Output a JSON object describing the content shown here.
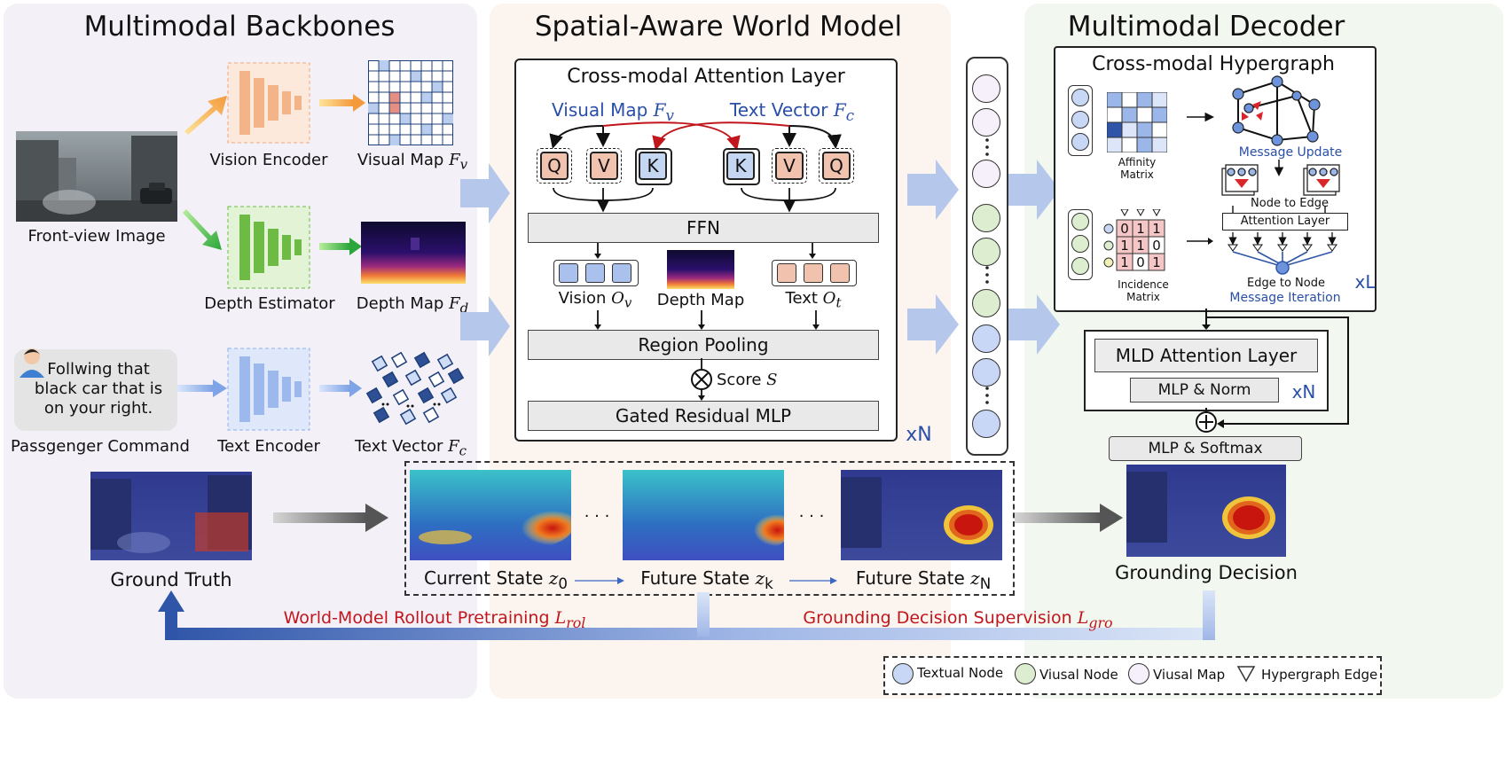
{
  "panels": {
    "backbones": "Multimodal Backbones",
    "world_model": "Spatial-Aware World Model",
    "decoder": "Multimodal Decoder"
  },
  "backbones": {
    "front_view": "Front-view Image",
    "vision_encoder": "Vision Encoder",
    "visual_map": "Visual Map",
    "depth_estimator": "Depth Estimator",
    "depth_map": "Depth Map",
    "command_text": "Follwing that black car that is on your right.",
    "passenger_command": "Passgenger Command",
    "text_encoder": "Text Encoder",
    "text_vector": "Text Vector",
    "sym_fv": "F",
    "sub_v": "v",
    "sym_fd": "F",
    "sub_d": "d",
    "sym_fc": "F",
    "sub_c": "c"
  },
  "world_model": {
    "attn_title": "Cross-modal Attention Layer",
    "visual_map_label": "Visual Map",
    "text_vector_label": "Text Vector",
    "tok_q": "Q",
    "tok_v": "V",
    "tok_k": "K",
    "ffn": "FFN",
    "vision_out": "Vision",
    "vision_sym": "O",
    "vision_sub": "v",
    "depth_map": "Depth Map",
    "text_out": "Text",
    "text_sym": "O",
    "text_sub": "t",
    "region_pooling": "Region Pooling",
    "score": "Score",
    "score_sym": "S",
    "gated_mlp": "Gated Residual MLP",
    "repeat": "xN"
  },
  "decoder": {
    "hypergraph_title": "Cross-modal Hypergraph",
    "affinity": "Affinity Matrix",
    "message_update": "Message Update",
    "node_to_edge": "Node to Edge",
    "attention_layer": "Attention Layer",
    "incidence": "Incidence Matrix",
    "incidence_rows": [
      [
        "0",
        "1",
        "1"
      ],
      [
        "1",
        "1",
        "0"
      ],
      [
        "1",
        "0",
        "1"
      ]
    ],
    "edge_to_node": "Edge to Node",
    "message_iteration": "Message Iteration",
    "repeat_l": "xL",
    "mld_attention": "MLD Attention Layer",
    "mlp_norm": "MLP & Norm",
    "repeat_n": "xN",
    "mlp_softmax": "MLP & Softmax",
    "grounding_decision": "Grounding Decision"
  },
  "rollout": {
    "ground_truth": "Ground Truth",
    "current_state": "Current State",
    "current_sym": "z",
    "current_sub": "0",
    "future_k": "Future State",
    "future_k_sym": "z",
    "future_k_sub": "k",
    "future_n": "Future State",
    "future_n_sym": "z",
    "future_n_sub": "N",
    "ellipsis": "· · ·"
  },
  "losses": {
    "rollout": "World-Model Rollout Pretraining",
    "rollout_sym": "L",
    "rollout_sub": "rol",
    "grounding": "Grounding Decision Supervision",
    "grounding_sym": "L",
    "grounding_sub": "gro"
  },
  "legend": {
    "textual_node": "Textual Node",
    "visual_node": "Viusal Node",
    "visual_map": "Viusal Map",
    "hyperedge": "Hypergraph Edge"
  },
  "colors": {
    "backbone_bg": "#f3f0f8",
    "world_bg": "#fcf4ee",
    "decoder_bg": "#f2f7ef",
    "text_blue": "#2a4fa8",
    "loss_red": "#c0161c",
    "vision_orange": "#f1b48a",
    "depth_green": "#6dbb45",
    "text_blue_fill": "#a9c1ec"
  }
}
